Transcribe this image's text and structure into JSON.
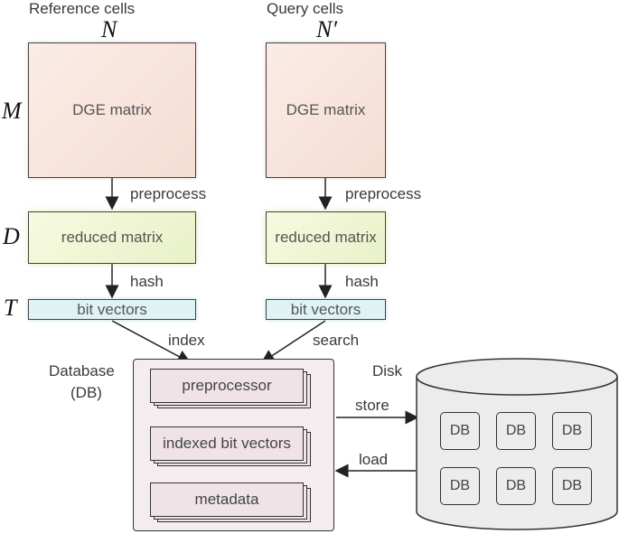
{
  "reference": {
    "title": "Reference cells",
    "symbol": "N",
    "dge_label": "DGE matrix",
    "preprocess_label": "preprocess",
    "reduced_label": "reduced matrix",
    "hash_label": "hash",
    "bits_label": "bit vectors"
  },
  "query": {
    "title": "Query cells",
    "symbol": "N′",
    "dge_label": "DGE matrix",
    "preprocess_label": "preprocess",
    "reduced_label": "reduced matrix",
    "hash_label": "hash",
    "bits_label": "bit vectors"
  },
  "dimensions": {
    "m": "M",
    "d": "D",
    "t": "T"
  },
  "flows": {
    "index": "index",
    "search": "search",
    "store": "store",
    "load": "load"
  },
  "database": {
    "title_line1": "Database",
    "title_line2": "(DB)",
    "items": [
      "preprocessor",
      "indexed bit vectors",
      "metadata"
    ]
  },
  "disk": {
    "title": "Disk",
    "cells": [
      "DB",
      "DB",
      "DB",
      "DB",
      "DB",
      "DB"
    ]
  },
  "colors": {
    "dge_fill": "#f6e2d9",
    "reduced_fill": "#eef5d4",
    "bits_fill": "#dff3f5",
    "db_fill": "#f4ecee",
    "disk_fill": "#ececec"
  }
}
